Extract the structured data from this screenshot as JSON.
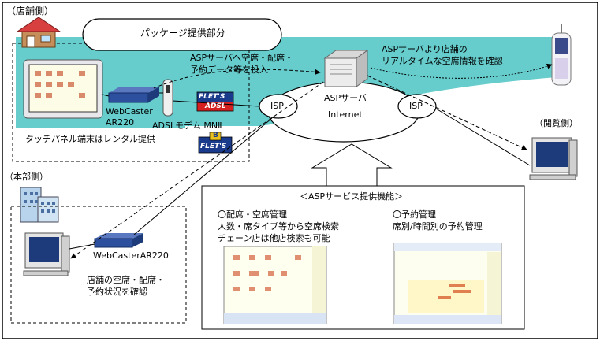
{
  "labels": {
    "store_side": "（店舗側）",
    "package_part": "パッケージ提供部分",
    "asp_input_line1": "ASPサーバへ空席・配席・",
    "asp_input_line2": "予約データ等を投入",
    "asp_confirm_line1": "ASPサーバより店舗の",
    "asp_confirm_line2": "リアルタイムな空席情報を確認",
    "asp_server": "ASPサーバ",
    "internet": "Internet",
    "isp_left": "ISP",
    "isp_right": "ISP",
    "router_store_line1": "WebCaster",
    "router_store_line2": "AR220",
    "adsl_modem": "ADSLモデム MNⅡ",
    "flets_adsl_top": "FLET'S",
    "flets_adsl_bottom": "ADSL",
    "flets_b_top": "B",
    "flets_b_bottom": "FLET'S",
    "touch_panel": "タッチパネル端末はレンタル提供",
    "browse_side": "（閲覧側）",
    "hq_side": "（本部側）",
    "router_hq": "WebCasterAR220",
    "hq_confirm_line1": "店舗の空席・配席・",
    "hq_confirm_line2": "予約状況を確認",
    "service_title": "＜ASPサービス提供機能＞",
    "feature1_title": "〇配席・空席管理",
    "feature1_line1": "人数・席タイプ等から空席検索",
    "feature1_line2": "チェーン店は他店検索も可能",
    "feature2_title": "〇予約管理",
    "feature2_line1": "席別/時間別の予約管理"
  },
  "colors": {
    "teal": "#66cccc",
    "flets_blue": "#1a3a8c",
    "flets_red": "#d42020",
    "router_blue": "#2c4f9e"
  }
}
